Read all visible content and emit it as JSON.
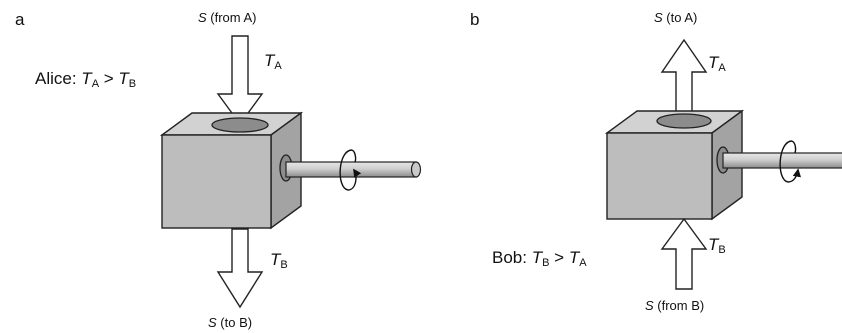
{
  "colors": {
    "cube_front": "#bdbdbd",
    "cube_top": "#d2d2d2",
    "cube_side": "#9f9f9f",
    "port": "#8a8a8a",
    "shaft_light": "#d8d8d8",
    "shaft_dark": "#8f8f8f",
    "arrow_fill": "#ffffff",
    "stroke": "#222222"
  },
  "panels": {
    "a": {
      "letter": "a",
      "top_label": {
        "sym": "S",
        "text": " (from A)"
      },
      "bottom_label": {
        "sym": "S",
        "text": " (to B)"
      },
      "temp_top": {
        "sym": "T",
        "sub": "A"
      },
      "temp_bottom": {
        "sym": "T",
        "sub": "B"
      },
      "inequality": {
        "name": "Alice: ",
        "lhs": "T",
        "lhs_sub": "A",
        "op": " > ",
        "rhs": "T",
        "rhs_sub": "B"
      },
      "flow_direction": "downward",
      "rotation_icon": "rotation-arrow-icon"
    },
    "b": {
      "letter": "b",
      "top_label": {
        "sym": "S",
        "text": " (to A)"
      },
      "bottom_label": {
        "sym": "S",
        "text": " (from B)"
      },
      "temp_top": {
        "sym": "T",
        "sub": "A"
      },
      "temp_bottom": {
        "sym": "T",
        "sub": "B"
      },
      "inequality": {
        "name": "Bob: ",
        "lhs": "T",
        "lhs_sub": "B",
        "op": " > ",
        "rhs": "T",
        "rhs_sub": "A"
      },
      "flow_direction": "upward",
      "rotation_icon": "rotation-arrow-icon"
    }
  }
}
